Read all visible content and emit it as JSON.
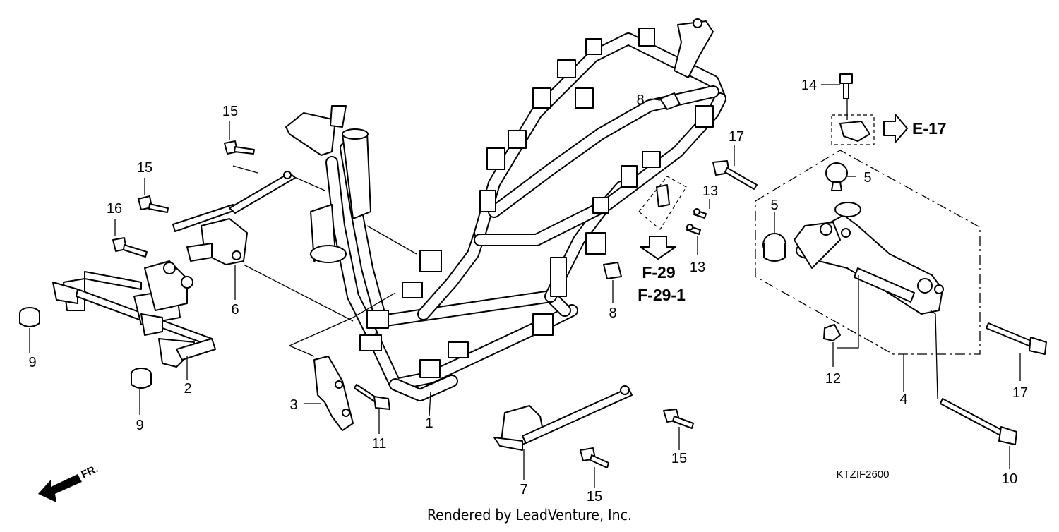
{
  "diagram": {
    "code": "KTZIF2600",
    "footer": "Rendered by LeadVenture, Inc.",
    "direction_label": "FR.",
    "references": {
      "e17": "E-17",
      "f29": "F-29",
      "f29_1": "F-29-1"
    },
    "callouts": {
      "c1": "1",
      "c2": "2",
      "c3": "3",
      "c4": "4",
      "c5a": "5",
      "c5b": "5",
      "c6": "6",
      "c7": "7",
      "c8a": "8",
      "c8b": "8",
      "c9a": "9",
      "c9b": "9",
      "c10": "10",
      "c11": "11",
      "c12": "12",
      "c13a": "13",
      "c13b": "13",
      "c14": "14",
      "c15a": "15",
      "c15b": "15",
      "c15c": "15",
      "c15d": "15",
      "c16": "16",
      "c17a": "17",
      "c17b": "17"
    }
  }
}
